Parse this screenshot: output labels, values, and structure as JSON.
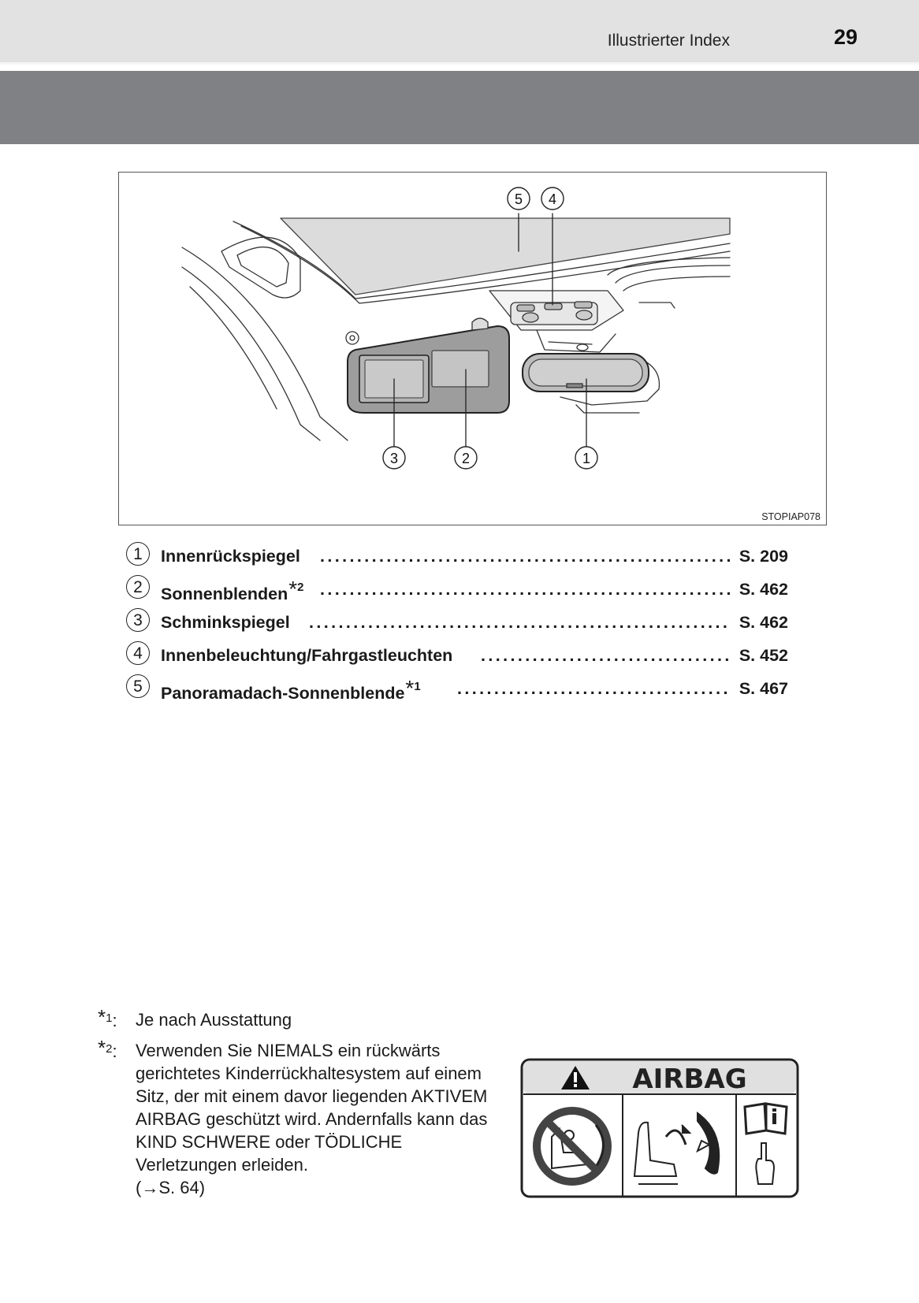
{
  "header": {
    "section_label": "Illustrierter Index",
    "page_number": "29"
  },
  "figure": {
    "image_code": "STOPIAP078",
    "callouts": [
      "5",
      "4",
      "3",
      "2",
      "1"
    ]
  },
  "index_items": [
    {
      "num": "1",
      "label": "Innenrückspiegel",
      "star": "",
      "sup": "",
      "page": "S. 209"
    },
    {
      "num": "2",
      "label": "Sonnenblenden",
      "star": "*",
      "sup": "2",
      "page": "S. 462"
    },
    {
      "num": "3",
      "label": "Schminkspiegel",
      "star": "",
      "sup": "",
      "page": "S. 462"
    },
    {
      "num": "4",
      "label": "Innenbeleuchtung/Fahrgastleuchten",
      "star": "",
      "sup": "",
      "page": "S. 452"
    },
    {
      "num": "5",
      "label": "Panoramadach-Sonnenblende",
      "star": "*",
      "sup": "1",
      "page": "S. 467"
    }
  ],
  "footnotes": [
    {
      "mark": "*",
      "sup": "1",
      "text": "Je nach Ausstattung"
    },
    {
      "mark": "*",
      "sup": "2",
      "text": "Verwenden Sie NIEMALS ein rückwärts gerichtetes Kinderrückhaltesystem auf einem Sitz, der mit einem davor liegenden AKTIVEM AIRBAG geschützt wird. Andernfalls kann das KIND SCHWERE oder TÖDLICHE Verletzungen erleiden."
    },
    {
      "ref": "(→S. 64)"
    }
  ],
  "airbag_label": {
    "title": "AIRBAG",
    "icons": [
      "warning-triangle-icon",
      "no-rear-facing-child-seat-icon",
      "airbag-deploy-icon",
      "manual-book-icon",
      "pointing-hand-icon"
    ]
  }
}
